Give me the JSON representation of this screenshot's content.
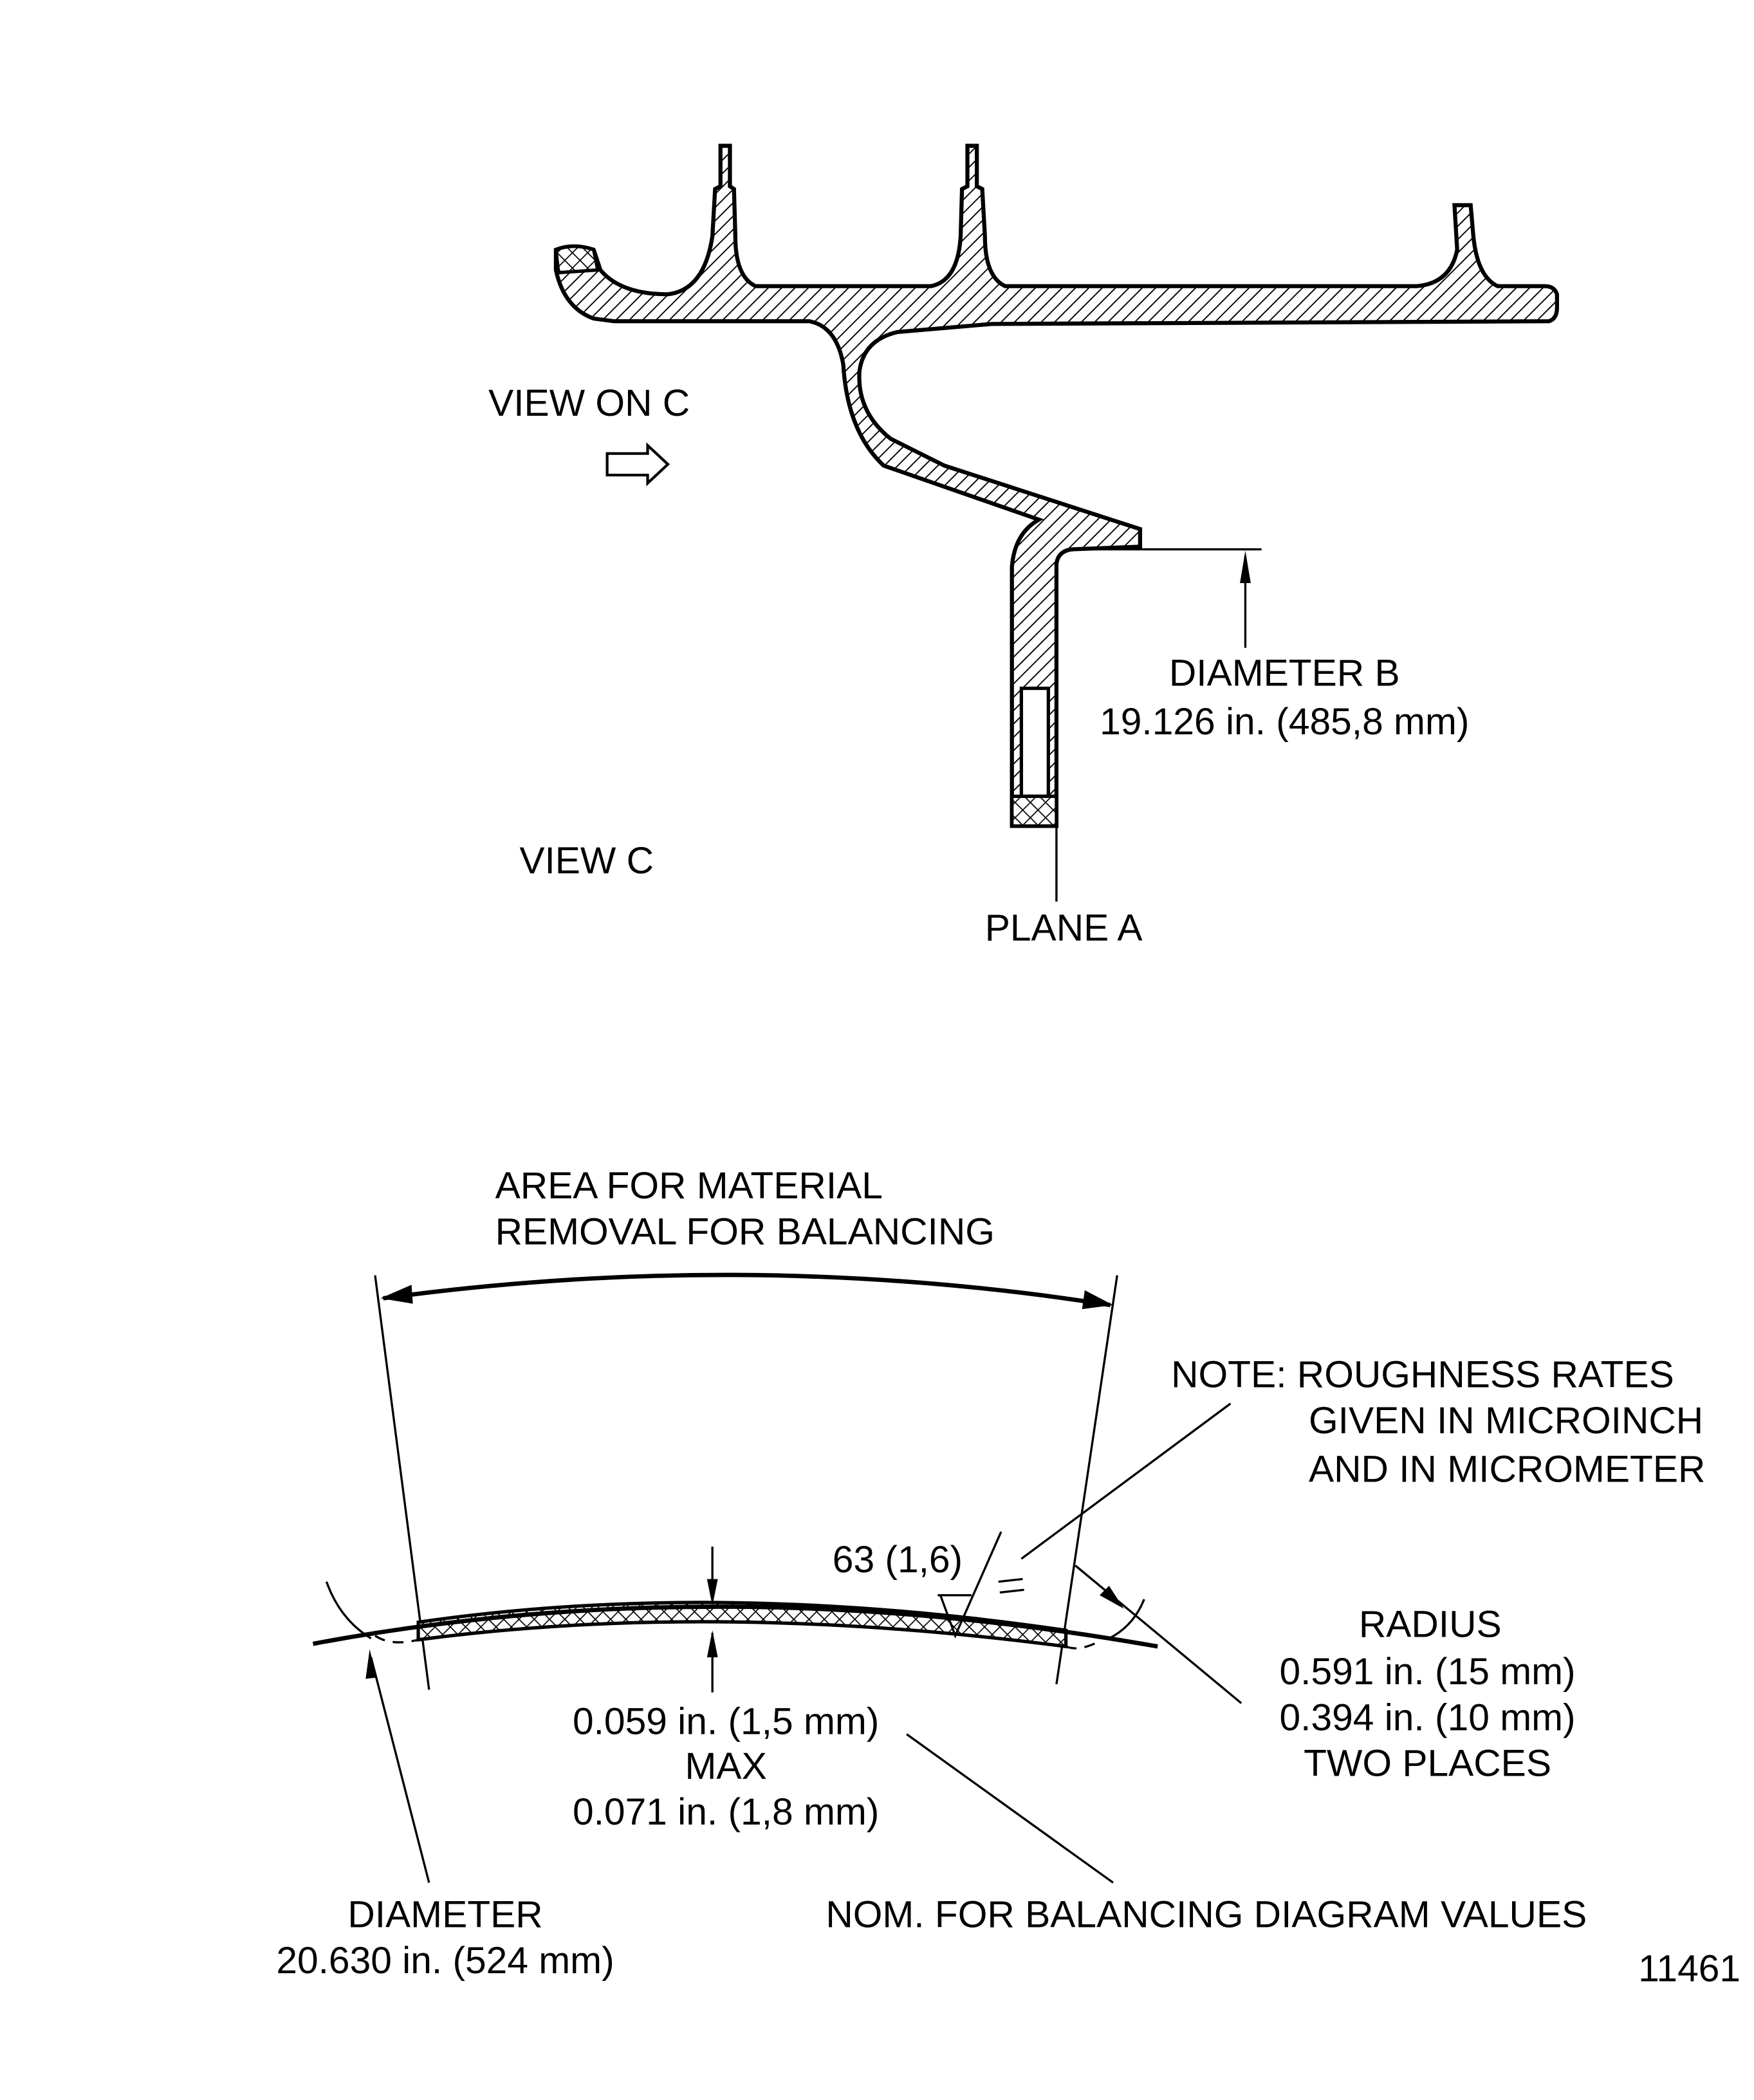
{
  "top_view": {
    "view_on_c": "VIEW ON C",
    "view_c": "VIEW C",
    "diameter_b_label": "DIAMETER B",
    "diameter_b_value": "19.126 in. (485,8 mm)",
    "plane_a": "PLANE A"
  },
  "bottom_view": {
    "area_line1": "AREA FOR MATERIAL",
    "area_line2": "REMOVAL FOR BALANCING",
    "note_line1": "NOTE: ROUGHNESS RATES",
    "note_line2": "GIVEN IN MICROINCH",
    "note_line3": "AND IN MICROMETER",
    "roughness": "63 (1,6)",
    "radius_label": "RADIUS",
    "radius_value1": "0.591 in. (15 mm)",
    "radius_value2": "0.394 in. (10 mm)",
    "radius_places": "TWO PLACES",
    "depth_value1": "0.059 in. (1,5 mm)",
    "depth_max": "MAX",
    "depth_value2": "0.071 in. (1,8 mm)",
    "diameter_label": "DIAMETER",
    "diameter_value": "20.630 in. (524 mm)",
    "nom_note": "NOM. FOR BALANCING DIAGRAM VALUES"
  },
  "figure_number": "11461"
}
